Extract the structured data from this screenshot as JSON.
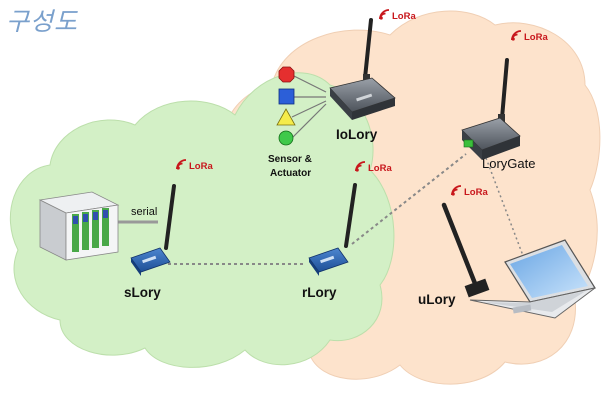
{
  "title": "구성도",
  "lora_label": "LoRa",
  "nodes": {
    "iolory": "IoLory",
    "lorygate": "LoryGate",
    "slory": "sLory",
    "rlory": "rLory",
    "ulory": "uLory"
  },
  "sensor_label_line1": "Sensor &",
  "sensor_label_line2": "Actuator",
  "serial_label": "serial",
  "colors": {
    "lora": "#c8171c",
    "green_zone": "#d3f0c6",
    "peach_zone": "#fde3cc",
    "title": "#7aa0cc",
    "link": "#888888"
  }
}
